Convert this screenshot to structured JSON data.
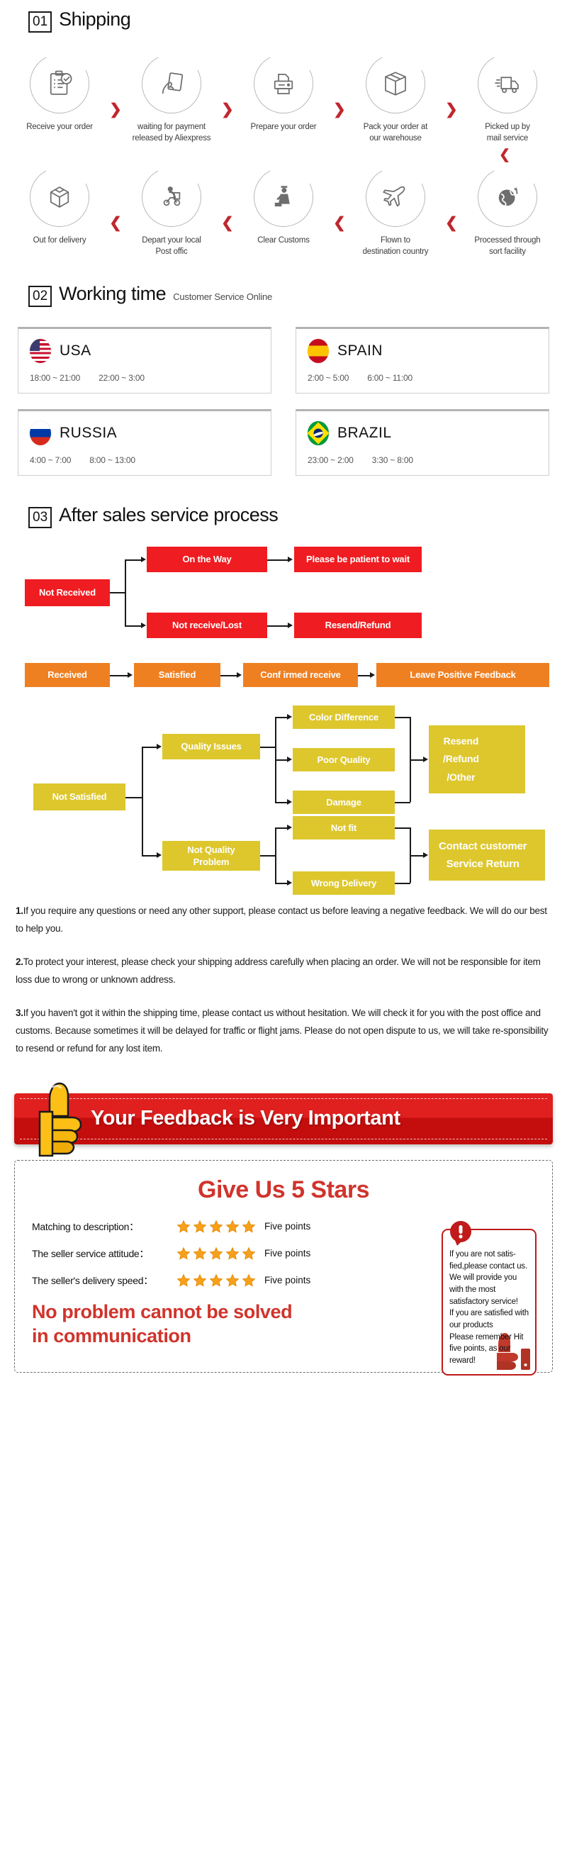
{
  "sections": {
    "shipping": {
      "num": "01",
      "title": "Shipping"
    },
    "working": {
      "num": "02",
      "title": "Working time",
      "subtitle": "Customer Service Online"
    },
    "aftersales": {
      "num": "03",
      "title": "After sales service process"
    }
  },
  "shipping_steps_row1": [
    {
      "icon": "clipboard-check-icon",
      "label": "Receive your order"
    },
    {
      "icon": "hand-card-icon",
      "label": "waiting for payment\nreleased by Aliexpress"
    },
    {
      "icon": "printer-icon",
      "label": "Prepare your order"
    },
    {
      "icon": "box-icon",
      "label": "Pack your order at\nour warehouse"
    },
    {
      "icon": "truck-icon",
      "label": "Picked up by\nmail service"
    }
  ],
  "shipping_steps_row2": [
    {
      "icon": "open-box-icon",
      "label": "Out for delivery"
    },
    {
      "icon": "scooter-courier-icon",
      "label": "Depart your local\nPost offic"
    },
    {
      "icon": "customs-officer-icon",
      "label": "Clear Customs"
    },
    {
      "icon": "airplane-icon",
      "label": "Flown to\ndestination country"
    },
    {
      "icon": "globe-icon",
      "label": "Processed through\nsort facility"
    }
  ],
  "working_cards": [
    {
      "flag": "usa-flag-icon",
      "country": "USA",
      "hours": [
        "18:00 ~ 21:00",
        "22:00 ~ 3:00"
      ]
    },
    {
      "flag": "spain-flag-icon",
      "country": "SPAIN",
      "hours": [
        "2:00 ~ 5:00",
        "6:00 ~ 11:00"
      ]
    },
    {
      "flag": "russia-flag-icon",
      "country": "RUSSIA",
      "hours": [
        "4:00 ~ 7:00",
        "8:00 ~ 13:00"
      ]
    },
    {
      "flag": "brazil-flag-icon",
      "country": "BRAZIL",
      "hours": [
        "23:00 ~ 2:00",
        "3:30 ~ 8:00"
      ]
    }
  ],
  "flow": {
    "not_received": "Not Received",
    "on_the_way": "On the Way",
    "please_wait": "Please be patient to wait",
    "not_receive_lost": "Not receive/Lost",
    "resend_refund": "Resend/Refund",
    "received": "Received",
    "satisfied": "Satisfied",
    "confirmed_receive": "Conf irmed receive",
    "leave_feedback": "Leave Positive Feedback",
    "not_satisfied": "Not Satisfied",
    "quality_issues": "Quality Issues",
    "color_difference": "Color Difference",
    "poor_quality": "Poor Quality",
    "damage": "Damage",
    "resend_refund_other": "Resend\n/Refund\n/Other",
    "not_quality_problem": "Not Quality\nProblem",
    "not_fit": "Not fit",
    "wrong_delivery": "Wrong Delivery",
    "contact_customer": "Contact customer\nService Return"
  },
  "notes": [
    {
      "num": "1.",
      "text": "If you require any questions or need any other support, please contact us before leaving a negative feedback. We will do our best to help you."
    },
    {
      "num": "2.",
      "text": "To protect your interest, please check your shipping address carefully when placing an order. We will not be responsible for item loss due to wrong or unknown address."
    },
    {
      "num": "3.",
      "text": "If you haven't got it within the shipping time, please contact us without hesitation. We will check it for you with the post office and customs. Because sometimes it will be delayed for traffic or flight jams. Please do not open dispute to us, we will take re-sponsibility to resend or refund for any lost item."
    }
  ],
  "banner": {
    "text": "Your Feedback is Very Important",
    "icon": "thumbs-up-icon"
  },
  "stars": {
    "title": "Give Us 5 Stars",
    "rows": [
      {
        "label": "Matching to description：",
        "count": 5,
        "points": "Five points"
      },
      {
        "label": "The seller service attitude：",
        "count": 5,
        "points": "Five points"
      },
      {
        "label": "The seller's delivery speed：",
        "count": 5,
        "points": "Five points"
      }
    ],
    "slogan": "No problem cannot be solved in communication",
    "warning": {
      "icon": "exclamation-icon",
      "text": "If you are not satis-fied,please contact us. We will provide you with the most satisfactory service!\nIf you are satisfied with our products\nPlease remember Hit five points, as our reward!"
    }
  },
  "colors": {
    "red": "#ef1c21",
    "orange": "#ef8022",
    "yellow": "#ddc72d",
    "brand_red": "#c0272d",
    "star": "#f7a01b"
  }
}
